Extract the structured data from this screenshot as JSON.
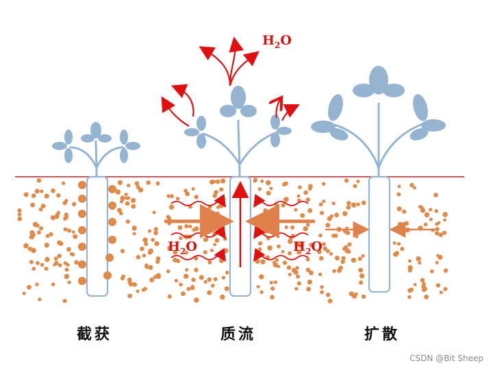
{
  "labels": {
    "interception": "截获",
    "mass_flow": "质流",
    "diffusion": "扩散"
  },
  "water": {
    "main": "H",
    "sub": "2",
    "tail": "O"
  },
  "watermark": "CSDN @Bit Sheep",
  "colors": {
    "soil_line": "#b02020",
    "particle": "#e08a4a",
    "plant": "#94b4d2",
    "water_arrow": "#e01010",
    "flow_arrow": "#e0804a"
  },
  "icons": [
    "plant-icon",
    "root-icon",
    "water-arrow-icon",
    "flow-arrow-icon"
  ]
}
